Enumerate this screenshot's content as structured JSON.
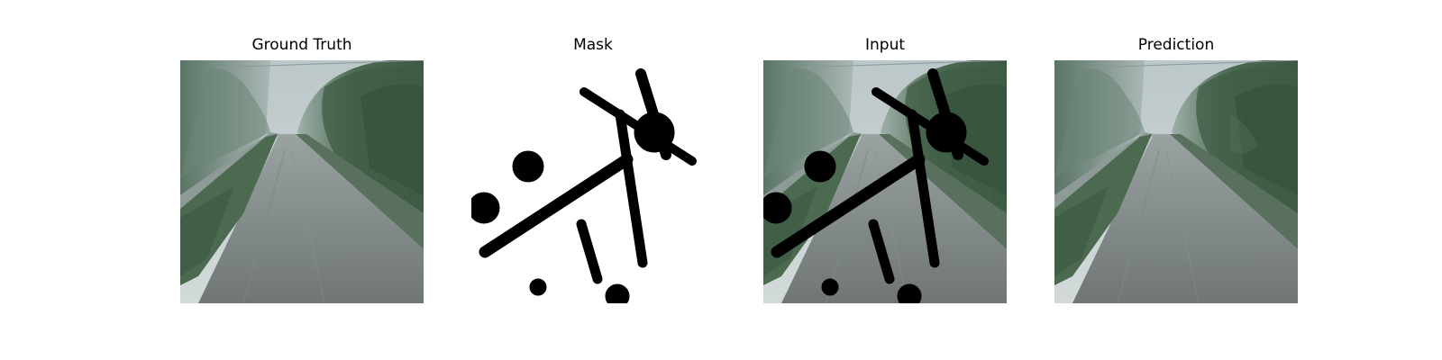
{
  "panels": [
    {
      "title": "Ground Truth",
      "image": "road-photo-ground-truth"
    },
    {
      "title": "Mask",
      "image": "binary-mask"
    },
    {
      "title": "Input",
      "image": "masked-road-photo"
    },
    {
      "title": "Prediction",
      "image": "inpainted-road-photo"
    }
  ],
  "colors": {
    "mask_fill": "#000000",
    "mask_background": "#ffffff",
    "sky": "#c3cdcf",
    "foliage": "#3f5a45",
    "road": "#7d8584"
  }
}
